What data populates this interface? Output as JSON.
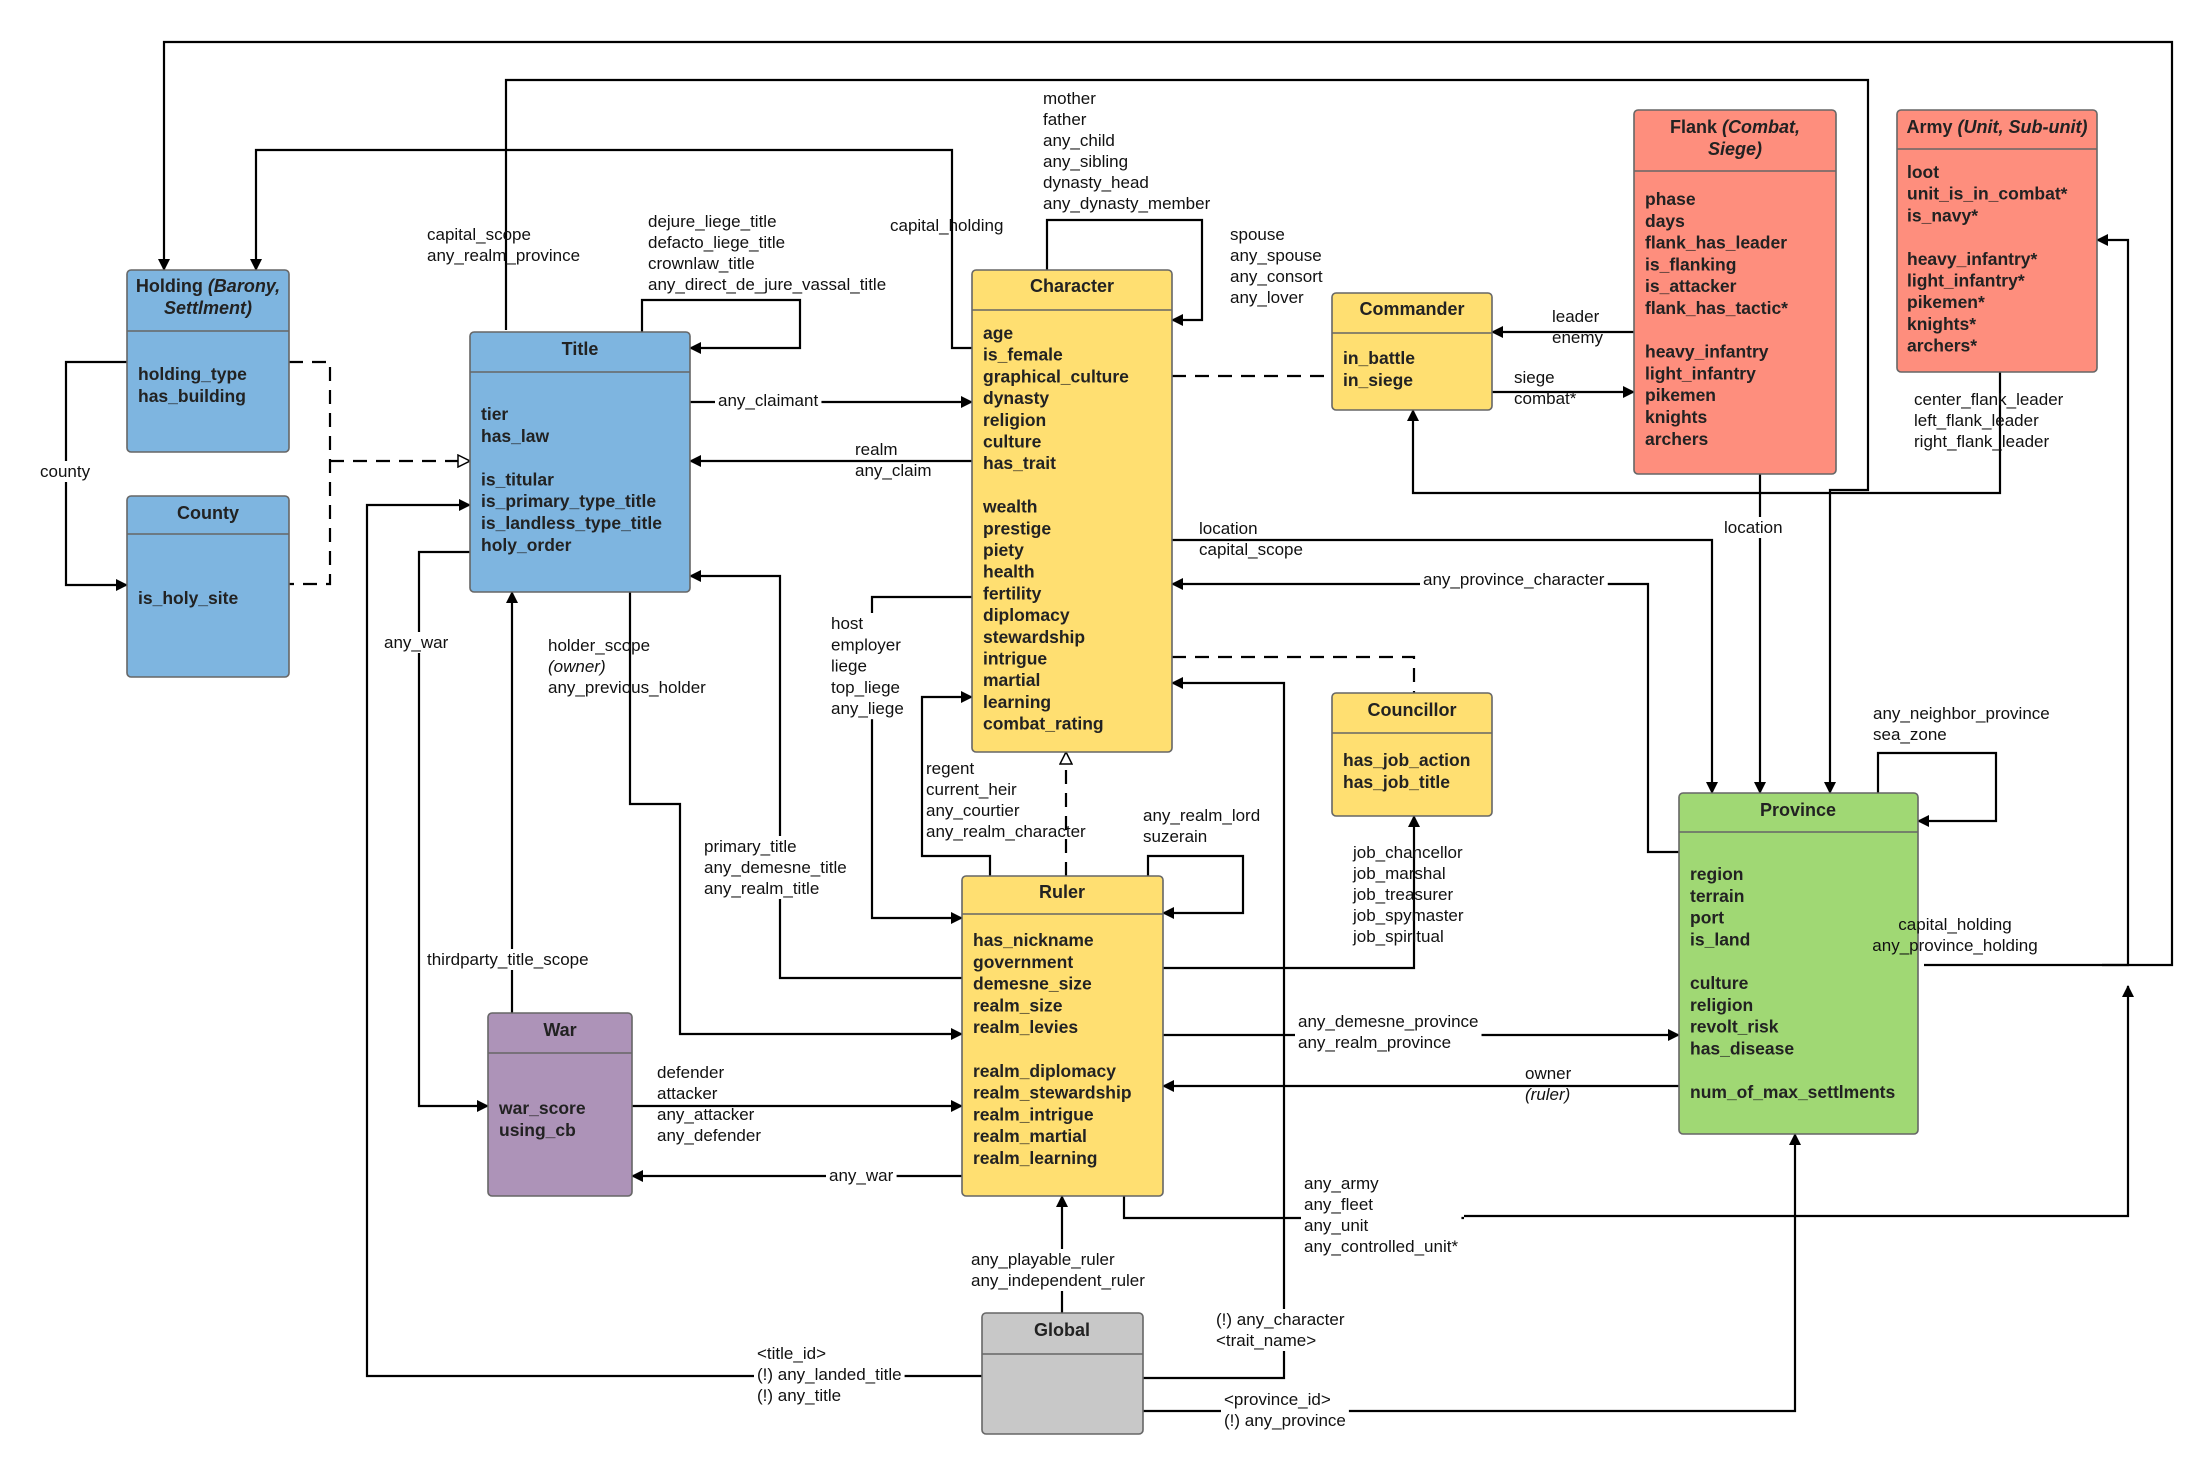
{
  "colors": {
    "blue": "#7eb5e0",
    "yellow": "#ffdf71",
    "salmon": "#fe8e7d",
    "green": "#a0d874",
    "purple": "#ad93b8",
    "gray": "#c8c8c8"
  },
  "entities": {
    "holding": {
      "title_plain": "Holding ",
      "title_italic": "(Barony,",
      "title_line2": "Settlment)",
      "attrs": [
        "holding_type",
        "has_building"
      ]
    },
    "county": {
      "title": "County",
      "attrs": [
        "is_holy_site"
      ]
    },
    "title": {
      "title": "Title",
      "attrs": [
        "tier",
        "has_law",
        "",
        "is_titular",
        "is_primary_type_title",
        "is_landless_type_title",
        "holy_order"
      ]
    },
    "character": {
      "title": "Character",
      "attrs": [
        "age",
        "is_female",
        "graphical_culture",
        "dynasty",
        "religion",
        "culture",
        "has_trait",
        "",
        "wealth",
        "prestige",
        "piety",
        "health",
        "fertility",
        "diplomacy",
        "stewardship",
        "intrigue",
        "martial",
        "learning",
        "combat_rating"
      ]
    },
    "commander": {
      "title": "Commander",
      "attrs": [
        "in_battle",
        "in_siege"
      ]
    },
    "councillor": {
      "title": "Councillor",
      "attrs": [
        "has_job_action",
        "has_job_title"
      ]
    },
    "flank": {
      "title_plain": "Flank ",
      "title_italic": "(Combat,",
      "title_line2": "Siege)",
      "attrs": [
        "phase",
        "days",
        "flank_has_leader",
        "is_flanking",
        "is_attacker",
        "flank_has_tactic*",
        "",
        "heavy_infantry",
        "light_infantry",
        "pikemen",
        "knights",
        "archers"
      ]
    },
    "army": {
      "title_plain": "Army ",
      "title_italic": "(Unit, Sub-unit)",
      "attrs": [
        "loot",
        "unit_is_in_combat*",
        "is_navy*",
        "",
        "heavy_infantry*",
        "light_infantry*",
        "pikemen*",
        "knights*",
        "archers*"
      ]
    },
    "province": {
      "title": "Province",
      "attrs": [
        "region",
        "terrain",
        "port",
        "is_land",
        "",
        "culture",
        "religion",
        "revolt_risk",
        "has_disease",
        "",
        "num_of_max_settlments"
      ]
    },
    "ruler": {
      "title": "Ruler",
      "attrs": [
        "has_nickname",
        "government",
        "demesne_size",
        "realm_size",
        "realm_levies",
        "",
        "realm_diplomacy",
        "realm_stewardship",
        "realm_intrigue",
        "realm_martial",
        "realm_learning"
      ]
    },
    "war": {
      "title": "War",
      "attrs": [
        "war_score",
        "using_cb"
      ]
    },
    "global": {
      "title": "Global"
    }
  },
  "labels": {
    "county": [
      "county"
    ],
    "capital_scope": [
      "capital_scope",
      "any_realm_province"
    ],
    "dejure": [
      "dejure_liege_title",
      "defacto_liege_title",
      "crownlaw_title",
      "any_direct_de_jure_vassal_title"
    ],
    "capital_holding_top": [
      "capital_holding"
    ],
    "family": [
      "mother",
      "father",
      "any_child",
      "any_sibling",
      "dynasty_head",
      "any_dynasty_member"
    ],
    "spouse": [
      "spouse",
      "any_spouse",
      "any_consort",
      "any_lover"
    ],
    "any_claimant": [
      "any_claimant"
    ],
    "realm": [
      "realm",
      "any_claim"
    ],
    "leader": [
      "leader",
      "enemy"
    ],
    "siege": [
      "siege",
      "combat*"
    ],
    "flank_leaders": [
      "center_flank_leader",
      "left_flank_leader",
      "right_flank_leader"
    ],
    "location_char": [
      "location",
      "capital_scope"
    ],
    "location_flank": [
      "location"
    ],
    "any_province_character": [
      "any_province_character"
    ],
    "any_war_left": [
      "any_war"
    ],
    "holder_scope": [
      "holder_scope"
    ],
    "holder_owner": [
      "(owner)"
    ],
    "any_previous_holder": [
      "any_previous_holder"
    ],
    "host": [
      "host",
      "employer",
      "liege",
      "top_liege",
      "any_liege"
    ],
    "regent": [
      "regent",
      "current_heir",
      "any_courtier",
      "any_realm_character"
    ],
    "realm_lord": [
      "any_realm_lord",
      "suzerain"
    ],
    "neighbor": [
      "any_neighbor_province",
      "sea_zone"
    ],
    "jobs": [
      "job_chancellor",
      "job_marshal",
      "job_treasurer",
      "job_spymaster",
      "job_spiritual"
    ],
    "primary_title": [
      "primary_title",
      "any_demesne_title",
      "any_realm_title"
    ],
    "thirdparty": [
      "thirdparty_title_scope"
    ],
    "capital_holding_right": [
      "capital_holding",
      "any_province_holding"
    ],
    "demesne_province": [
      "any_demesne_province",
      "any_realm_province"
    ],
    "owner": [
      "owner"
    ],
    "owner_ruler": [
      "(ruler)"
    ],
    "defender": [
      "defender",
      "attacker",
      "any_attacker",
      "any_defender"
    ],
    "any_war_ruler": [
      "any_war"
    ],
    "army_any": [
      "any_army",
      "any_fleet",
      "any_unit",
      "any_controlled_unit*"
    ],
    "playable": [
      "any_playable_ruler",
      "any_independent_ruler"
    ],
    "any_character": [
      "(!) any_character",
      "<trait_name>"
    ],
    "title_id": [
      "<title_id>",
      "(!) any_landed_title",
      "(!) any_title"
    ],
    "province_id": [
      "<province_id>",
      "(!) any_province"
    ]
  }
}
